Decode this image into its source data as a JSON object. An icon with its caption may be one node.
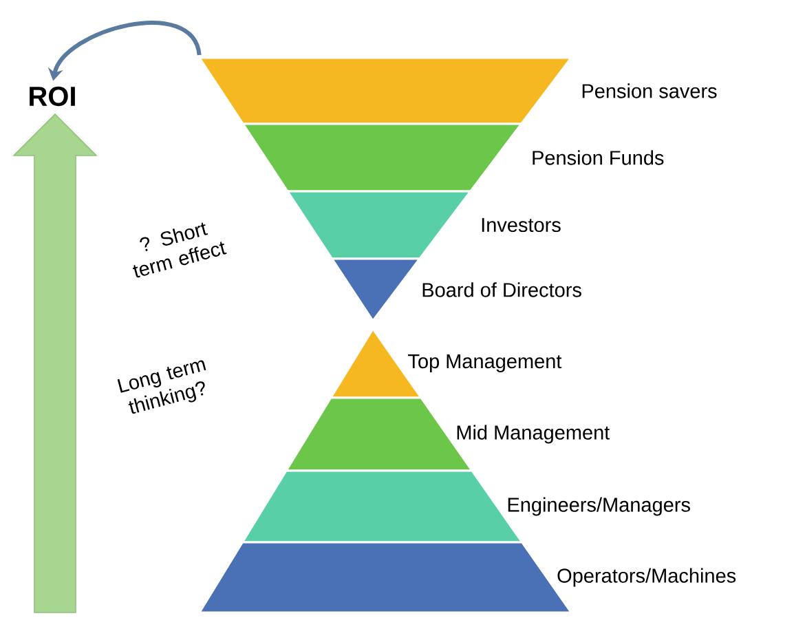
{
  "diagram": {
    "nodes": [
      {
        "text": [
          "Pension savers"
        ]
      },
      {
        "text": [
          "Pension Funds"
        ]
      },
      {
        "text": [
          "Investors"
        ]
      },
      {
        "text": [
          "Board of Directors"
        ]
      },
      {
        "text": [
          "Top Management"
        ]
      },
      {
        "text": [
          "Mid Management"
        ]
      },
      {
        "text": [
          "Engineers/Managers"
        ]
      },
      {
        "text": [
          "Operators/Machines"
        ]
      },
      {
        "text": [
          "ROI"
        ]
      }
    ],
    "edges": [
      {
        "from": 0,
        "to": 8,
        "arrow": "to"
      }
    ],
    "labels": [
      "? Short term effect",
      "Long term thinking?"
    ]
  }
}
